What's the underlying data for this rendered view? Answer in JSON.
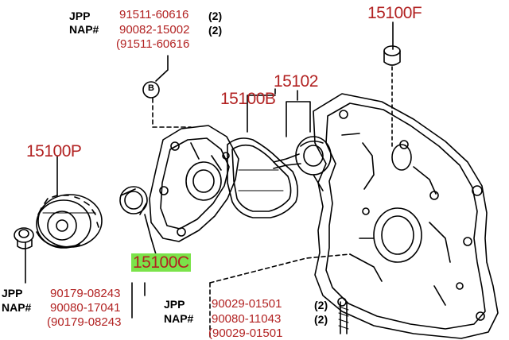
{
  "colors": {
    "part_number": "#b22222",
    "highlight": "#7be34a",
    "line": "#000000"
  },
  "part_groups": {
    "top_left": {
      "markers": [
        "JPP",
        "NAP#"
      ],
      "numbers": [
        "91511-60616",
        "90082-15002",
        "(91511-60616"
      ],
      "quantities": [
        "(2)",
        "(2)"
      ]
    },
    "bottom_left": {
      "markers": [
        "JPP",
        "NAP#"
      ],
      "numbers": [
        "90179-08243",
        "90080-17041",
        "(90179-08243"
      ]
    },
    "bottom_right": {
      "markers": [
        "JPP",
        "NAP#"
      ],
      "numbers": [
        "90029-01501",
        "90080-11043",
        "(90029-01501"
      ],
      "quantities": [
        "(2)",
        "(2)"
      ]
    }
  },
  "callouts": {
    "p15100F": "15100F",
    "p15102": "15102",
    "p15100B": "15100B",
    "p15100P": "15100P",
    "p15100C": "15100C",
    "bolt_marker": "B"
  }
}
